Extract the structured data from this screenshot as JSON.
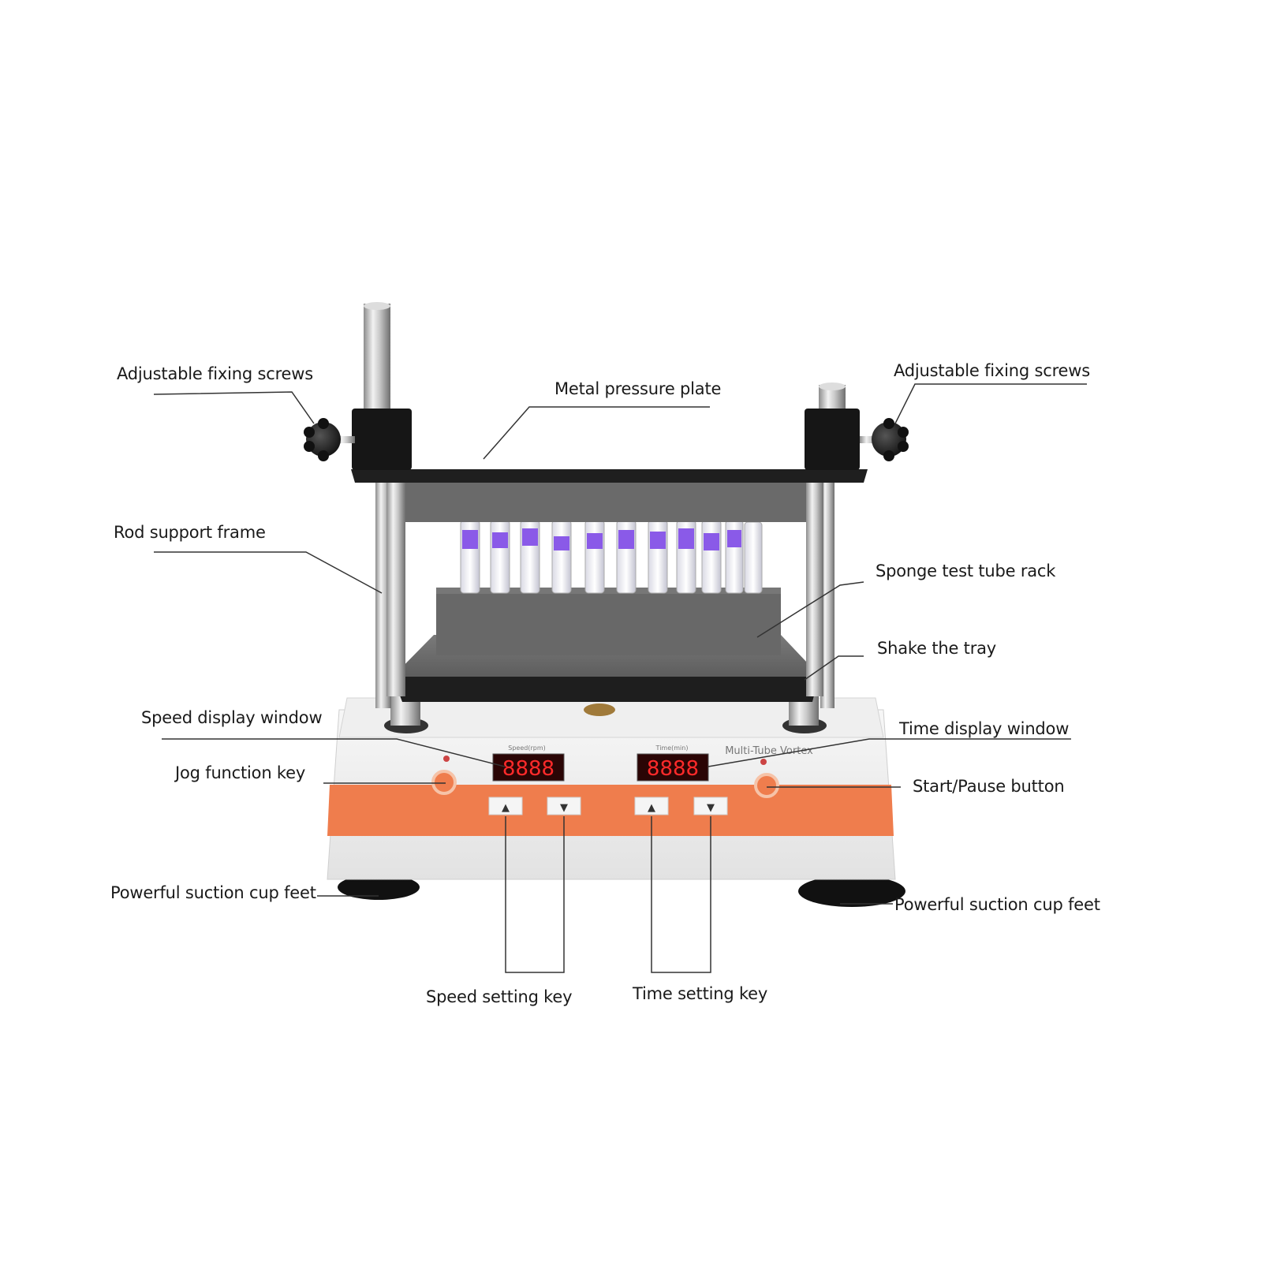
{
  "labels": {
    "screws_left": "Adjustable fixing screws",
    "screws_right": "Adjustable fixing screws",
    "pressure_plate": "Metal pressure plate",
    "rod_frame": "Rod support frame",
    "sponge_rack": "Sponge test tube rack",
    "shake_tray": "Shake the tray",
    "speed_display": "Speed display window",
    "time_display": "Time display window",
    "jog_key": "Jog function key",
    "start_pause": "Start/Pause button",
    "feet_left": "Powerful suction cup feet",
    "feet_right": "Powerful suction cup feet",
    "speed_keys": "Speed setting key",
    "time_keys": "Time setting key"
  },
  "device": {
    "brand_text": "Multi-Tube Vortex",
    "speed_caption": "Speed(rpm)",
    "time_caption": "Time(min)",
    "speed_readout": "8888",
    "time_readout": "8888",
    "up_symbol": "▲",
    "down_symbol": "▼"
  },
  "colors": {
    "orange_panel": "#ef7d4d",
    "led_red": "#ff2a2a",
    "sponge_gray": "#6e6e6e",
    "tube_purple": "#8a5ae8"
  }
}
